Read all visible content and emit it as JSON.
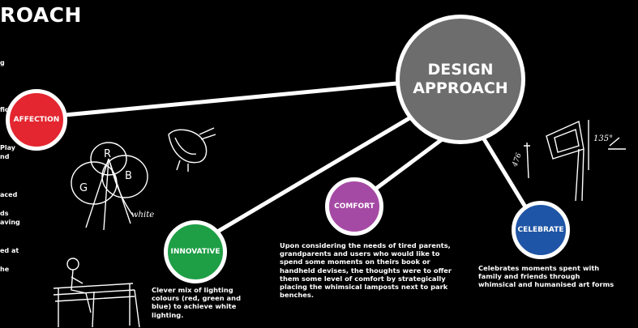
{
  "title": "ROACH",
  "colors": {
    "background": "#000000",
    "design_circle": "#6d6d6d",
    "affection": "#e3262f",
    "innovative": "#1e9e45",
    "comfort": "#a54aa4",
    "celebrate": "#1f55a6"
  },
  "main": {
    "line1": "DESIGN",
    "line2": "APPROACH"
  },
  "nodes": {
    "affection": {
      "label": "AFFECTION"
    },
    "innovative": {
      "label": "INNOVATIVE",
      "caption": "Clever mix of lighting colours (red, green and blue) to achieve white lighting."
    },
    "comfort": {
      "label": "COMFORT",
      "caption": "Upon considering the needs of tired parents, grandparents and users who would like to spend some moments on theirs book or handheld devises, the thoughts were to offer them some level of comfort by strategically placing the whimsical lamposts next to park benches."
    },
    "celebrate": {
      "label": "CELEBRATE",
      "caption": "Celebrates moments spent with family and friends through whimsical and humanised art forms"
    }
  },
  "left_fragments": [
    "g",
    "fic",
    "Play",
    "nd",
    "aced",
    "ds",
    "aving",
    "ed at",
    "he"
  ],
  "sketch_text": {
    "r": "R",
    "g": "G",
    "b": "B",
    "white": "white",
    "dim1": "476",
    "dim2": "135°"
  },
  "icons": {
    "rgb_sketch": "rgb-venn-sketch",
    "lamp_sketch": "lamp-head-sketch",
    "bench_sketch": "bench-person-sketch",
    "pole_sketch": "lamppost-sketch"
  }
}
